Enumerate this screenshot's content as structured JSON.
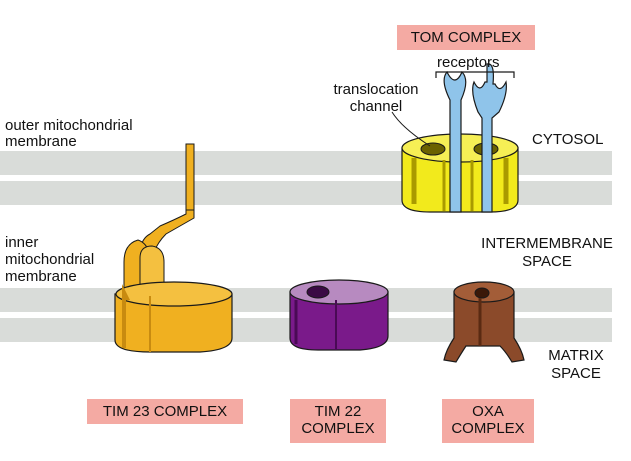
{
  "labels": {
    "tom_complex": "TOM COMPLEX",
    "receptors": "receptors",
    "translocation_channel_line1": "translocation",
    "translocation_channel_line2": "channel",
    "outer_membrane_line1": "outer mitochondrial",
    "outer_membrane_line2": "membrane",
    "cytosol": "CYTOSOL",
    "inner_membrane_line1": "inner",
    "inner_membrane_line2": "mitochondrial",
    "inner_membrane_line3": "membrane",
    "intermembrane_line1": "INTERMEMBRANE",
    "intermembrane_line2": "SPACE",
    "matrix_line1": "MATRIX",
    "matrix_line2": "SPACE",
    "tim23_complex": "TIM 23 COMPLEX",
    "tim22_line1": "TIM 22",
    "tim22_line2": "COMPLEX",
    "oxa_line1": "OXA",
    "oxa_line2": "COMPLEX"
  },
  "colors": {
    "membrane": "#d9dcd9",
    "tom_yellow": "#f2ea1c",
    "tom_dark": "#a99a00",
    "receptor_blue": "#8fc4ea",
    "tim23_orange": "#f0b020",
    "tim23_dark": "#c88b10",
    "tim22_purple": "#7a1a8a",
    "tim22_light": "#b78ac0",
    "oxa_brown": "#8b4a2a",
    "oxa_dark": "#5a2a12",
    "label_bg": "#f4aaa3"
  }
}
